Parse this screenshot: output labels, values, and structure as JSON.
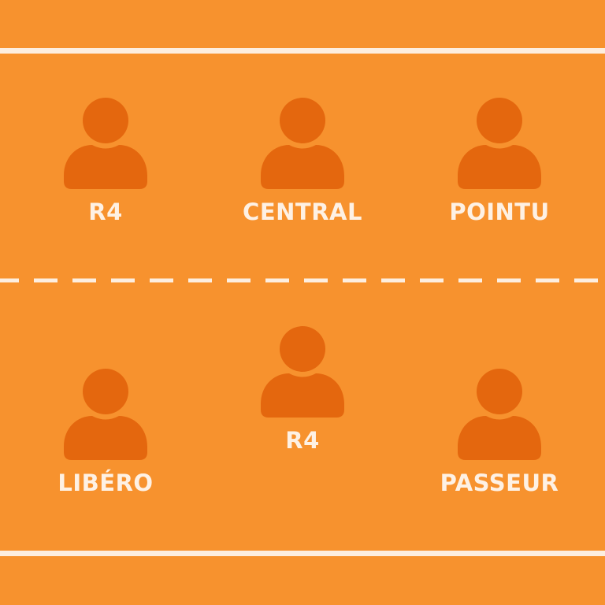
{
  "colors": {
    "court": "#F7922E",
    "lines": "#FDEEDF",
    "player": "#E4670E",
    "label": "#FEF1E4"
  },
  "players": [
    {
      "id": "r4-front",
      "label": "R4",
      "icon": "person-icon"
    },
    {
      "id": "central",
      "label": "CENTRAL",
      "icon": "person-icon"
    },
    {
      "id": "pointu",
      "label": "POINTU",
      "icon": "person-icon"
    },
    {
      "id": "libero",
      "label": "LIBÉRO",
      "icon": "person-icon"
    },
    {
      "id": "r4-back",
      "label": "R4",
      "icon": "person-icon"
    },
    {
      "id": "passeur",
      "label": "PASSEUR",
      "icon": "person-icon"
    }
  ]
}
